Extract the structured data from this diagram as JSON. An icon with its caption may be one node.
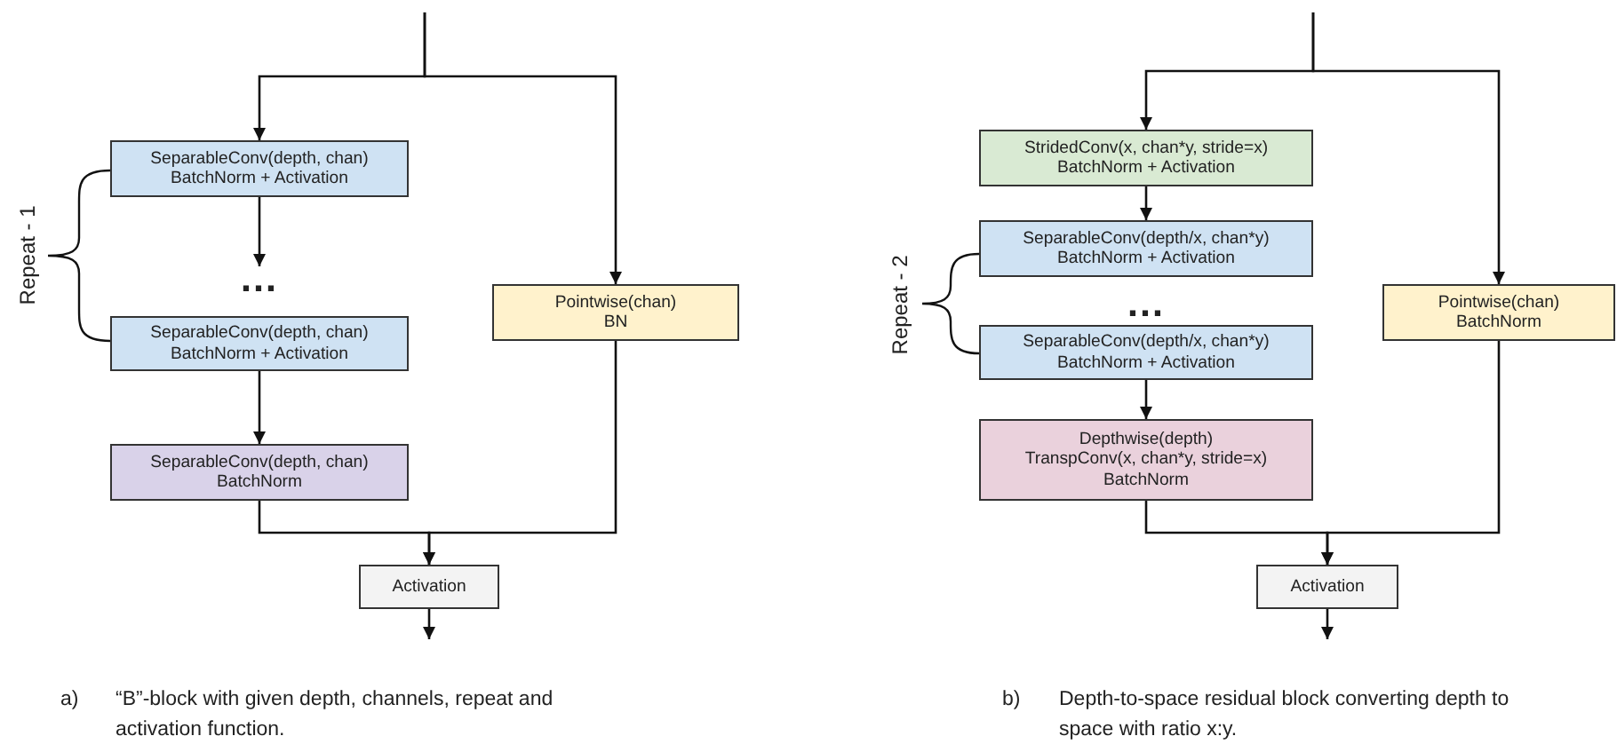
{
  "diagram": {
    "nodes": [
      {
        "text": [
          "SeparableConv(depth, chan)",
          "BatchNorm + Activation"
        ]
      },
      {
        "text": [
          "…"
        ]
      },
      {
        "text": [
          "SeparableConv(depth, chan)",
          "BatchNorm + Activation"
        ]
      },
      {
        "text": [
          "SeparableConv(depth, chan)",
          "BatchNorm"
        ]
      },
      {
        "text": [
          "Pointwise(chan)",
          "BN"
        ]
      },
      {
        "text": [
          "Activation"
        ]
      },
      {
        "text": [
          "StridedConv(x, chan*y, stride=x)",
          "BatchNorm + Activation"
        ]
      },
      {
        "text": [
          "SeparableConv(depth/x, chan*y)",
          "BatchNorm + Activation"
        ]
      },
      {
        "text": [
          "…"
        ]
      },
      {
        "text": [
          "SeparableConv(depth/x, chan*y)",
          "BatchNorm + Activation"
        ]
      },
      {
        "text": [
          "Depthwise(depth)",
          "TranspConv(x, chan*y, stride=x)",
          "BatchNorm"
        ]
      },
      {
        "text": [
          "Pointwise(chan)",
          "BatchNorm"
        ]
      },
      {
        "text": [
          "Activation"
        ]
      }
    ],
    "edges": [
      {
        "from": null,
        "to": 0,
        "arrow": "to"
      },
      {
        "from": null,
        "to": 4,
        "arrow": "to"
      },
      {
        "from": 0,
        "to": 1,
        "arrow": "to"
      },
      {
        "from": 2,
        "to": 3,
        "arrow": "to"
      },
      {
        "from": 3,
        "to": 5,
        "arrow": "to"
      },
      {
        "from": 4,
        "to": 5,
        "arrow": "to"
      },
      {
        "from": 5,
        "to": null,
        "arrow": "to"
      },
      {
        "from": null,
        "to": 6,
        "arrow": "to"
      },
      {
        "from": null,
        "to": 11,
        "arrow": "to"
      },
      {
        "from": 6,
        "to": 7,
        "arrow": "to"
      },
      {
        "from": 9,
        "to": 10,
        "arrow": "to"
      },
      {
        "from": 10,
        "to": 12,
        "arrow": "to"
      },
      {
        "from": 11,
        "to": 12,
        "arrow": "to"
      },
      {
        "from": 12,
        "to": null,
        "arrow": "to"
      }
    ],
    "labels": [
      "Repeat - 1",
      "Repeat - 2",
      "a)",
      "“B”-block with given depth, channels, repeat and activation function.",
      "b)",
      "Depth-to-space residual block converting depth to space with ratio x:y."
    ]
  }
}
